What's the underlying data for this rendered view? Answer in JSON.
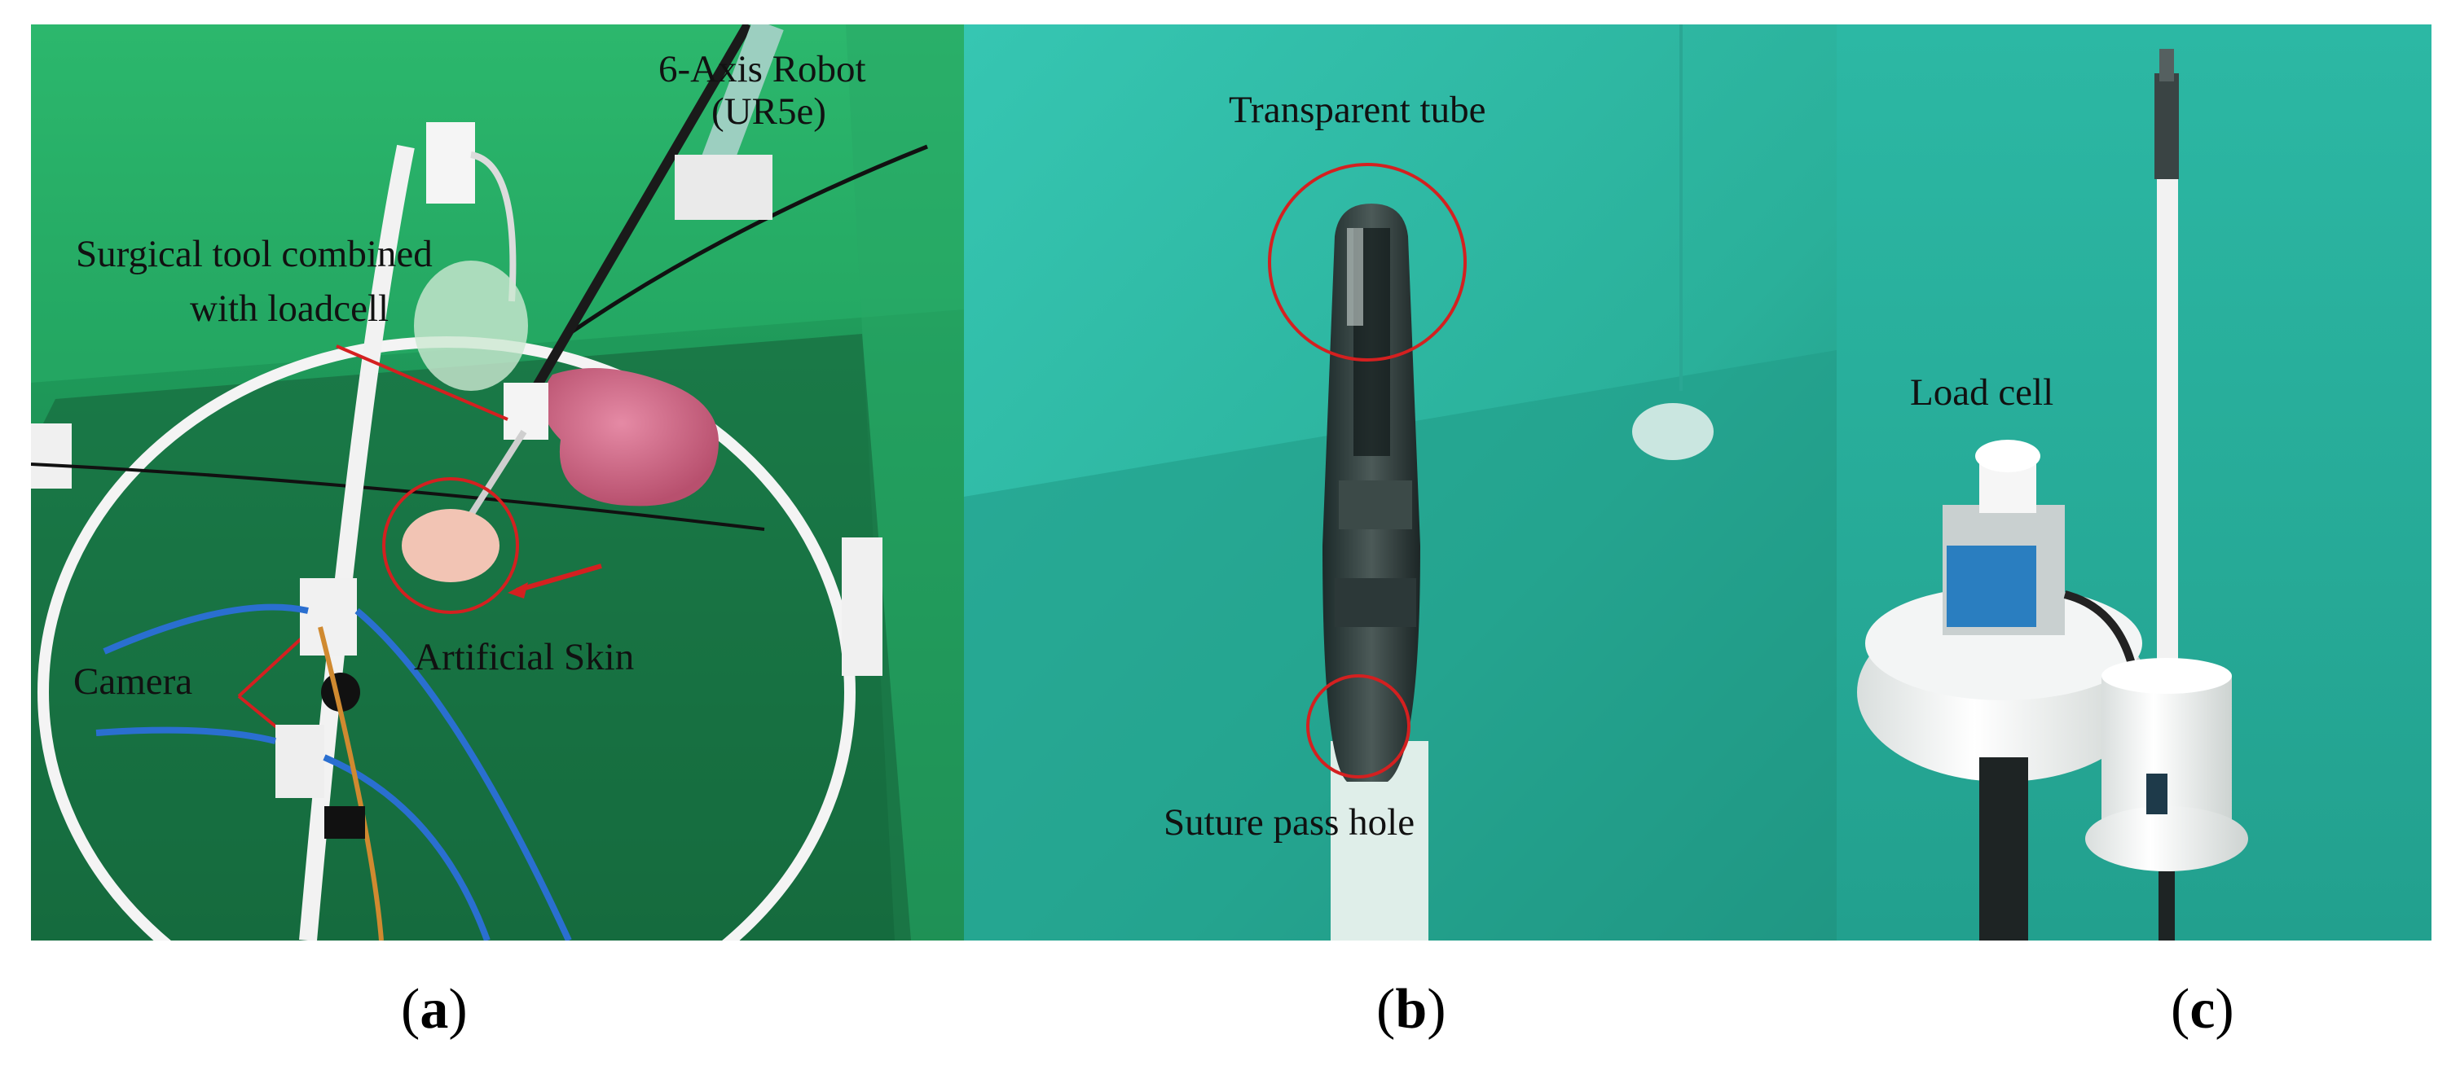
{
  "panels": {
    "a": {
      "caption_letter": "a",
      "labels": {
        "robot_line1": "6-Axis Robot",
        "robot_line2": "(UR5e)",
        "tool_line1": "Surgical tool combined",
        "tool_line2": "with loadcell",
        "artificial_skin": "Artificial Skin",
        "camera": "Camera"
      }
    },
    "b": {
      "caption_letter": "b",
      "labels": {
        "transparent_tube": "Transparent tube",
        "suture_pass_hole": "Suture pass hole"
      }
    },
    "c": {
      "caption_letter": "c",
      "labels": {
        "load_cell": "Load cell"
      }
    }
  },
  "colors": {
    "background_a": "#1f9a5a",
    "background_b": "#2fb9a4",
    "background_c": "#27b09e",
    "annotation_red": "#d42020"
  }
}
